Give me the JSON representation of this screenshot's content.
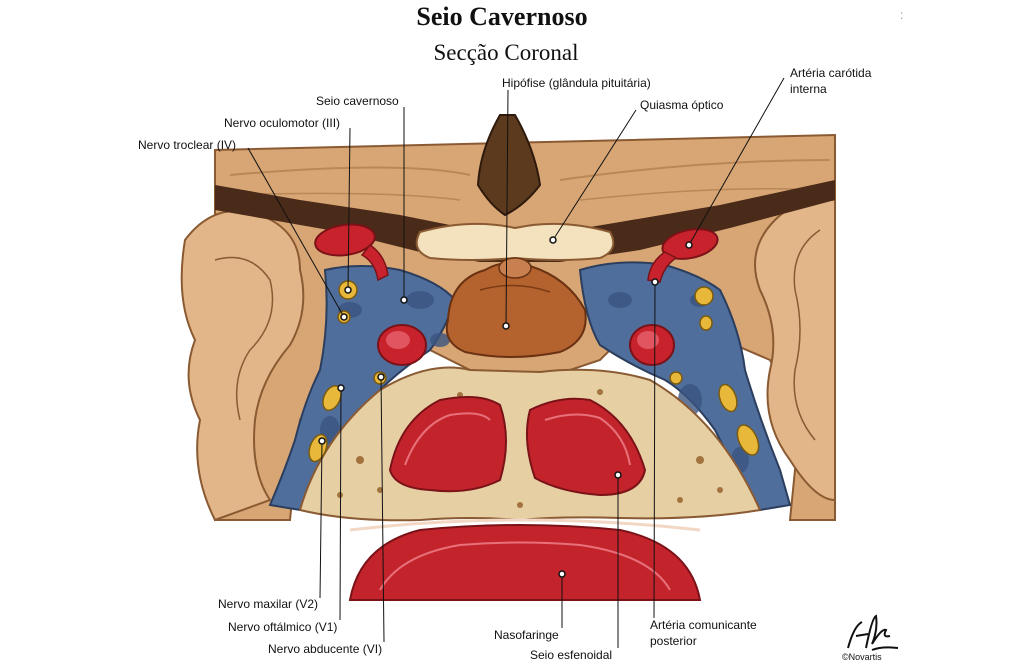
{
  "header": {
    "title": "Seio Cavernoso",
    "subtitle": "Secção Coronal"
  },
  "labels": {
    "hipofise": "Hipófise (glândula pituitária)",
    "carotida_line1": "Artéria carótida",
    "carotida_line2": "interna",
    "seio_cavernoso": "Seio cavernoso",
    "quiasma": "Quiasma óptico",
    "oculomotor": "Nervo oculomotor (III)",
    "troclear": "Nervo troclear (IV)",
    "maxilar": "Nervo maxilar (V2)",
    "oftalmico": "Nervo oftálmico (V1)",
    "abducente": "Nervo abducente (VI)",
    "nasofaringe": "Nasofaringe",
    "esfenoidal": "Seio esfenoidal",
    "comunicante_line1": "Artéria comunicante",
    "comunicante_line2": "posterior"
  },
  "brand": {
    "signature": "F. Netter",
    "publisher": "©Novartis"
  },
  "colors": {
    "bone": "#e6cfa3",
    "brain": "#d8a674",
    "sinus_blue": "#4f6e9c",
    "artery": "#c8232c",
    "nerve": "#e8b83a",
    "pituitary": "#b4632e",
    "dark_band": "#4a2a18"
  }
}
